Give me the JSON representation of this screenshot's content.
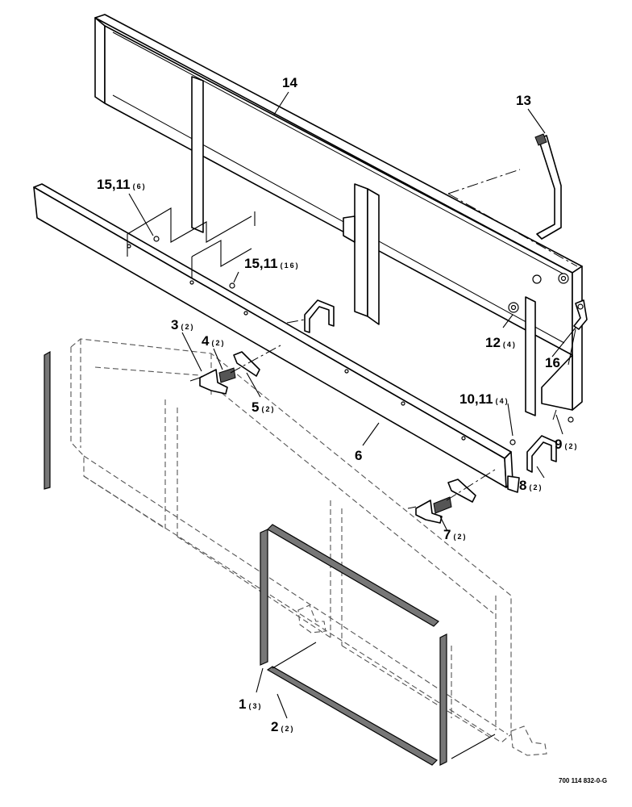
{
  "callouts": [
    {
      "id": "c14",
      "main": "14",
      "qty": ""
    },
    {
      "id": "c13",
      "main": "13",
      "qty": ""
    },
    {
      "id": "c15a",
      "main": "15,11",
      "qty": "(6)"
    },
    {
      "id": "c15b",
      "main": "15,11",
      "qty": "(16)"
    },
    {
      "id": "c3",
      "main": "3",
      "qty": "(2)"
    },
    {
      "id": "c4",
      "main": "4",
      "qty": "(2)"
    },
    {
      "id": "c5",
      "main": "5",
      "qty": "(2)"
    },
    {
      "id": "c12",
      "main": "12",
      "qty": "(4)"
    },
    {
      "id": "c16",
      "main": "16",
      "qty": ""
    },
    {
      "id": "c10",
      "main": "10,11",
      "qty": "(4)"
    },
    {
      "id": "c6",
      "main": "6",
      "qty": ""
    },
    {
      "id": "c9",
      "main": "9",
      "qty": "(2)"
    },
    {
      "id": "c8",
      "main": "8",
      "qty": "(2)"
    },
    {
      "id": "c7",
      "main": "7",
      "qty": "(2)"
    },
    {
      "id": "c1",
      "main": "1",
      "qty": "(3)"
    },
    {
      "id": "c2",
      "main": "2",
      "qty": "(2)"
    }
  ],
  "drawing_number": "700 114 832-0-G"
}
